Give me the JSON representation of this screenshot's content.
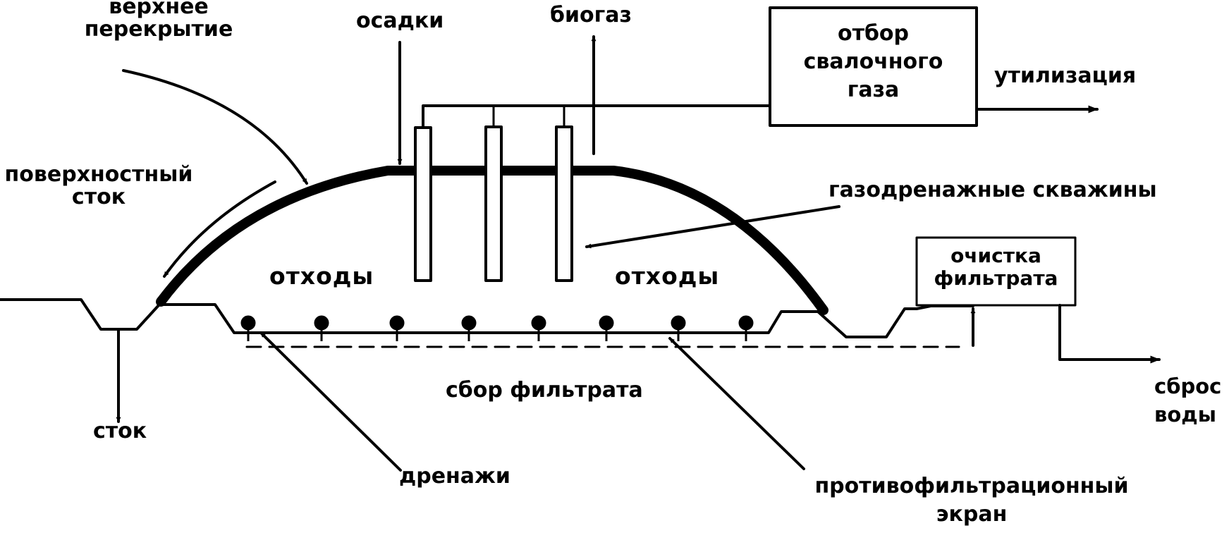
{
  "labels": {
    "top_cover": [
      "верхнее",
      "перекрытие"
    ],
    "precipitation": "осадки",
    "biogas": "биогаз",
    "gas_collection": [
      "отбор",
      "свалочного",
      "газа"
    ],
    "utilization": "утилизация",
    "surface_runoff": [
      "поверхностный",
      "сток"
    ],
    "gas_wells": "газодренажные скважины",
    "waste_left": "отходы",
    "waste_right": "отходы",
    "leachate_treatment": [
      "очистка",
      "фильтрата"
    ],
    "water_discharge": [
      "сброс",
      "воды"
    ],
    "runoff": "сток",
    "leachate_collection": "сбор фильтрата",
    "drains": "дренажи",
    "liner": [
      "противофильтрационный",
      "экран"
    ]
  },
  "colors": {
    "ink": "#000000",
    "background": "#ffffff"
  }
}
